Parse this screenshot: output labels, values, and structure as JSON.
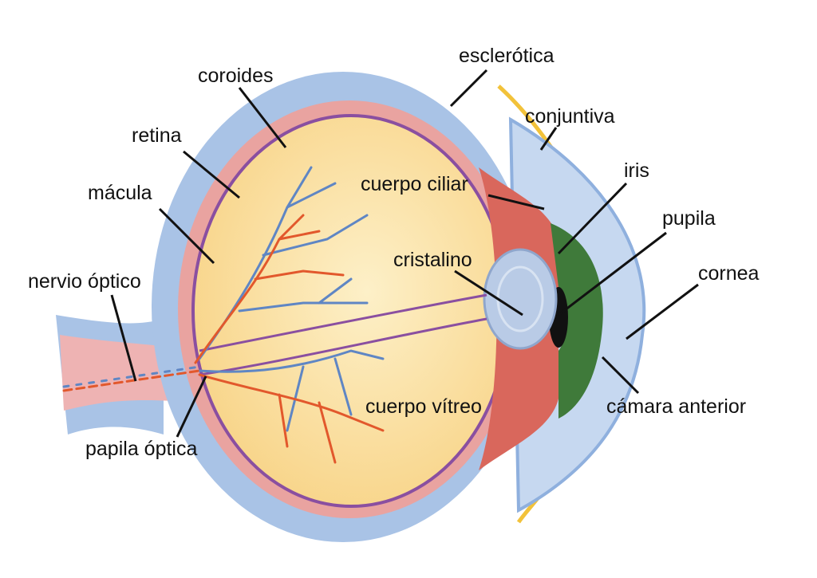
{
  "title": "Anatomía del ojo",
  "labels": {
    "esclerotica": "esclerótica",
    "conjuntiva": "conjuntiva",
    "coroides": "coroides",
    "retina": "retina",
    "macula": "mácula",
    "nervio_optico": "nervio óptico",
    "papila_optica": "papila óptica",
    "cuerpo_ciliar": "cuerpo ciliar",
    "iris": "iris",
    "pupila": "pupila",
    "cristalino": "cristalino",
    "cornea": "cornea",
    "camara_anterior": "cámara anterior",
    "cuerpo_vitreo": "cuerpo vítreo"
  },
  "colors": {
    "sclera": "#a9c3e6",
    "choroid": "#e9a3a0",
    "retina": "#8a4fa0",
    "vitreous": "#fbdfa0",
    "iris": "#3f7a3a",
    "lens": "#b9cbe6",
    "artery": "#e2582c",
    "vein": "#5f86c4",
    "conjunctiva": "#f2c23a"
  }
}
